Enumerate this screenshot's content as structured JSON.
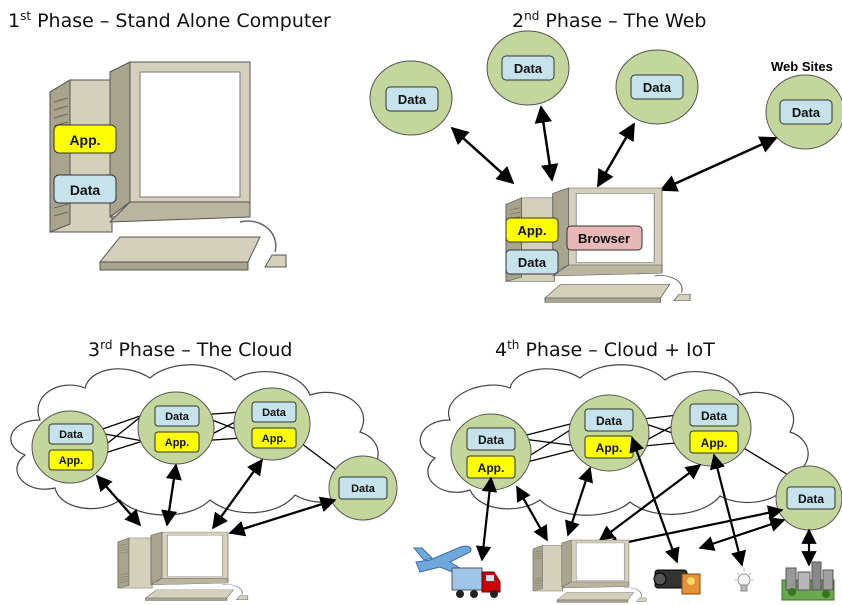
{
  "phases": [
    {
      "num": "1",
      "sup": "st",
      "title": " Phase – Stand Alone Computer"
    },
    {
      "num": "2",
      "sup": "nd",
      "title": " Phase – The Web"
    },
    {
      "num": "3",
      "sup": "rd",
      "title": " Phase – The Cloud"
    },
    {
      "num": "4",
      "sup": "th",
      "title": " Phase – Cloud + IoT"
    }
  ],
  "labels": {
    "data": "Data",
    "app": "App.",
    "browser": "Browser",
    "web_sites": "Web Sites"
  },
  "colors": {
    "data_box": "#c6e3ec",
    "app_box": "#ffff00",
    "browser_box": "#e6b8b7",
    "node": "#c3d69b",
    "computer": "#d4d0bc",
    "computer_dark": "#a8a48e",
    "cloud_stroke": "#444444"
  },
  "icons": [
    "airplane-icon",
    "truck-icon",
    "video-camera-icon",
    "light-bulb-icon",
    "city-icon"
  ]
}
